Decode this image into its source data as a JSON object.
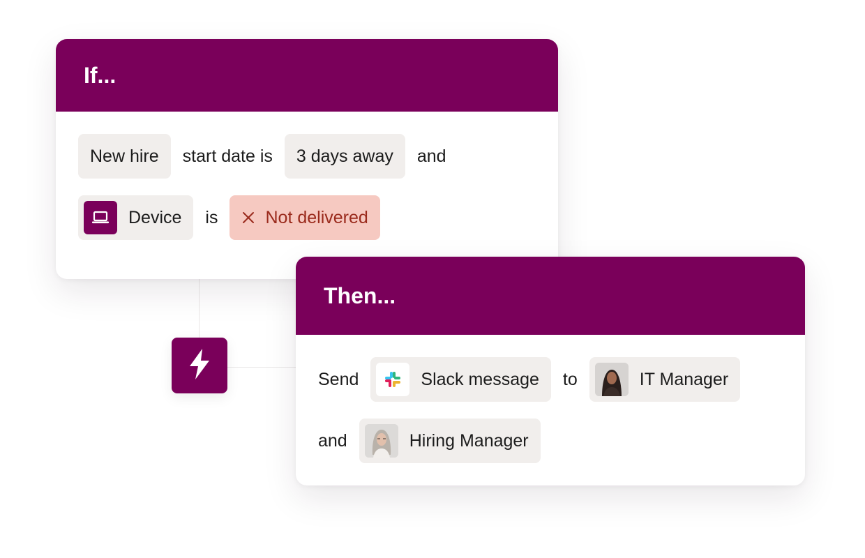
{
  "if_card": {
    "title": "If...",
    "row1": {
      "chip_subject": "New hire",
      "text_condition": "start date is",
      "chip_value": "3 days away",
      "text_join": "and"
    },
    "row2": {
      "chip_device": "Device",
      "text_is": "is",
      "chip_status": "Not delivered"
    }
  },
  "then_card": {
    "title": "Then...",
    "row1": {
      "text_send": "Send",
      "chip_slack": "Slack message",
      "text_to": "to",
      "chip_it_manager": "IT Manager"
    },
    "row2": {
      "text_and": "and",
      "chip_hiring_manager": "Hiring Manager"
    }
  },
  "icons": {
    "trigger": "lightning-bolt-icon",
    "device": "laptop-icon",
    "status": "close-x-icon",
    "slack": "slack-logo-icon"
  },
  "colors": {
    "brand": "#7a005a",
    "chip_bg": "#f1eeec",
    "danger_bg": "#f6c9c1",
    "danger_text": "#9a2a1c"
  }
}
